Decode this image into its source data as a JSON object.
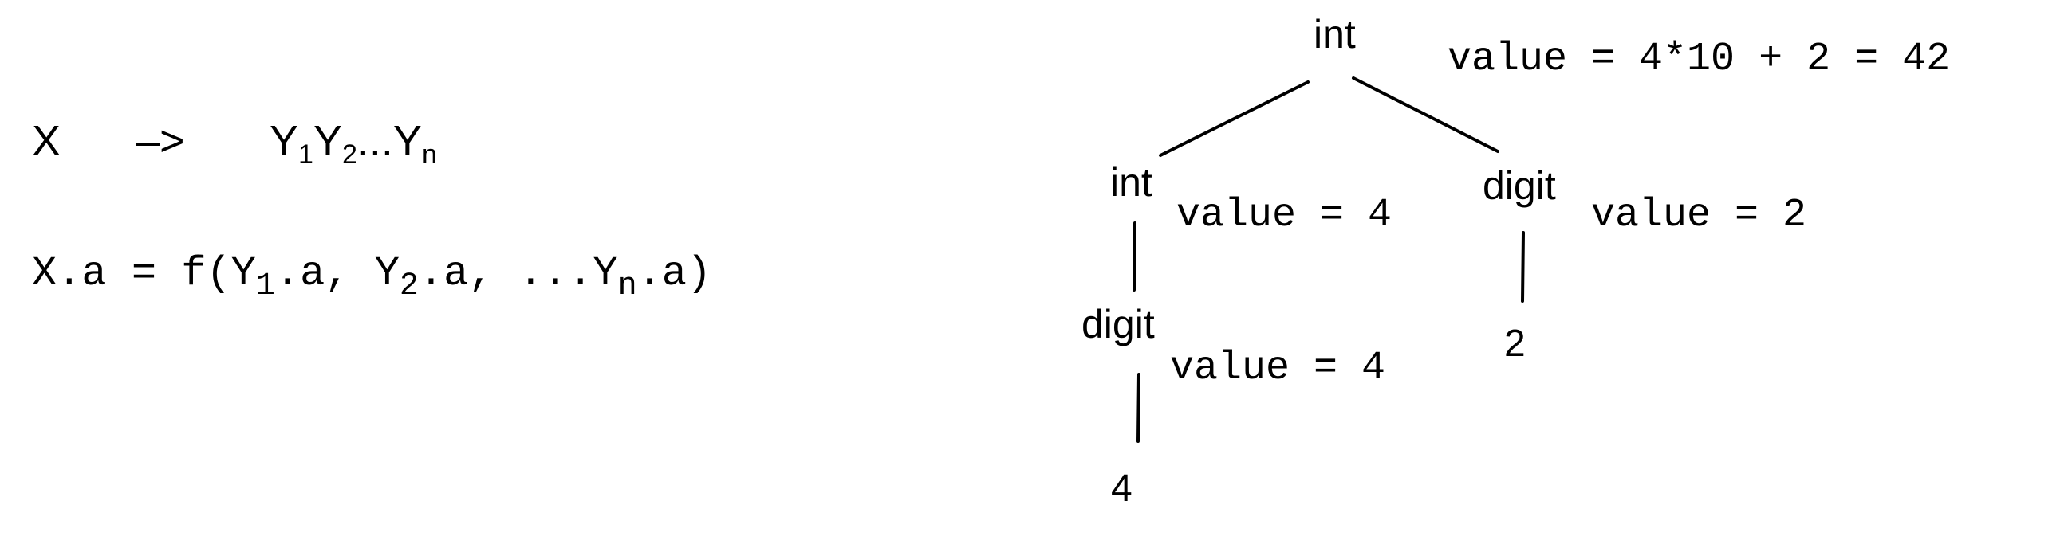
{
  "production": {
    "lhs": "X",
    "arrow": "–>",
    "rhs": [
      {
        "sym": "Y",
        "sub": "1"
      },
      {
        "sym": "Y",
        "sub": "2"
      },
      {
        "sym": "...Y",
        "sub": "n"
      }
    ]
  },
  "attribute_rule": {
    "prefix": "X.a = f(Y",
    "sub1": "1",
    "mid1": ".a, Y",
    "sub2": "2",
    "mid2": ".a, ...Y",
    "subn": "n",
    "suffix": ".a)"
  },
  "tree": {
    "root": {
      "label": "int",
      "value": "value = 4*10 + 2 = 42"
    },
    "left": {
      "label": "int",
      "value": "value = 4"
    },
    "right": {
      "label": "digit",
      "value": "value = 2"
    },
    "left_child": {
      "label": "digit",
      "value": "value = 4"
    },
    "right_leaf": {
      "label": "2"
    },
    "left_leaf": {
      "label": "4"
    }
  }
}
